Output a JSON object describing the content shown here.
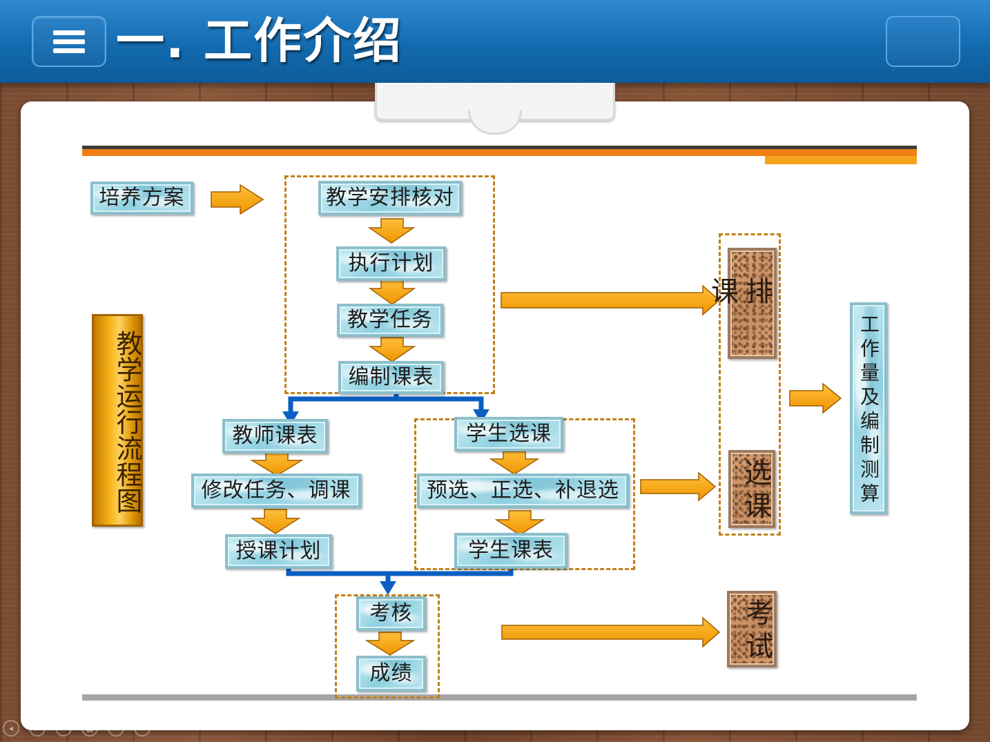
{
  "header": {
    "title": "一.  工作介绍"
  },
  "diagram": {
    "source": "培养方案",
    "group1": [
      "教学安排核对",
      "执行计划",
      "教学任务",
      "编制课表"
    ],
    "left_branch": [
      "教师课表",
      "修改任务、调课",
      "授课计划"
    ],
    "right_branch": [
      "学生选课",
      "预选、正选、补退选",
      "学生课表"
    ],
    "group4": [
      "考核",
      "成绩"
    ],
    "main_label": "教学运行流程图",
    "outcome_paike": "排课",
    "outcome_xuanke": "选课",
    "outcome_kaoshi": "考试",
    "final": "工作量及编制测算"
  },
  "colors": {
    "header_blue": "#1a70b5",
    "arrow_orange": "#f5a00f",
    "connector_blue": "#0b5fc2",
    "dash_brown": "#c27f18"
  },
  "icons": {
    "menu": "hamburger-icon"
  }
}
